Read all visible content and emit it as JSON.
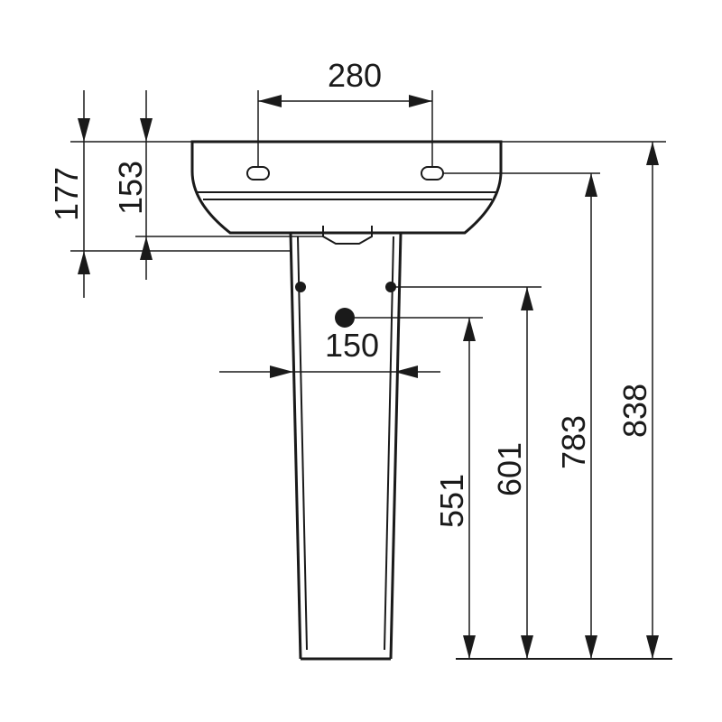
{
  "dimensions": {
    "tap_hole_spacing": "280",
    "basin_height_outer": "177",
    "basin_height_inner": "153",
    "pedestal_width": "150",
    "waste_height": "551",
    "supply_height": "601",
    "tap_hole_height": "783",
    "rim_height": "838"
  }
}
